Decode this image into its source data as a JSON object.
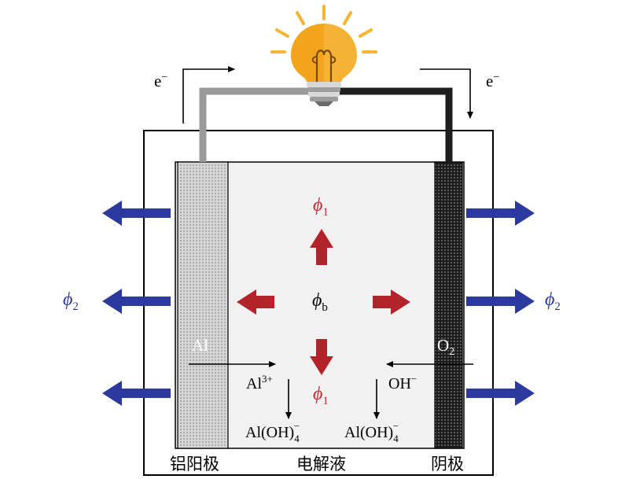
{
  "colors": {
    "heat_arrow": "#2b3a9c",
    "flux_arrow": "#b3232a",
    "phi_text_blue": "#2b3a9c",
    "phi_text_red": "#c8282e",
    "bulb_glass": "#f2a51c",
    "bulb_ray": "#f5b531",
    "anode_fill": "#c8c8c8",
    "cathode_fill": "#2b2b2b",
    "electrolyte_fill": "#f1f1f1",
    "wire_anode": "#9a9a9a",
    "wire_cathode": "#1e1e1e"
  },
  "electron": {
    "left": "e",
    "right": "e",
    "charge": "−"
  },
  "anode": {
    "label": "Al",
    "name": "铝阳极"
  },
  "cathode": {
    "label": "O",
    "sub": "2",
    "name": "阴极"
  },
  "electrolyte": {
    "name": "电解液"
  },
  "phi": {
    "symbol": "ϕ",
    "side_sub": "2",
    "top_sub": "1",
    "center_sub": "b",
    "bottom_sub": "1"
  },
  "ions": {
    "al": "Al",
    "al_sup": "3+",
    "oh": "OH",
    "oh_sup": "−",
    "product": "Al(OH)",
    "product_sub": "4",
    "product_sup": "−"
  }
}
